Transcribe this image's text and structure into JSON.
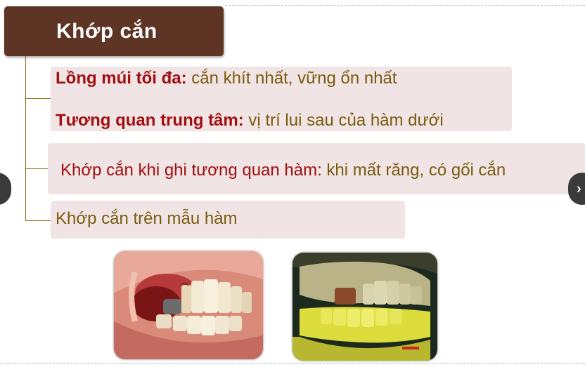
{
  "slide": {
    "title": "Khớp cắn",
    "items": [
      {
        "label": "Lồng múi tối đa:",
        "text": " cắn khít nhất, vững ổn nhất"
      },
      {
        "label": "Tương quan trung tâm:",
        "text": " vị trí lui sau của hàm dưới"
      },
      {
        "label": "Khớp cắn khi ghi tương quan hàm:",
        "text": " khi mất răng, có gối cắn"
      },
      {
        "text": "Khớp cắn trên mẫu hàm"
      }
    ]
  },
  "navigation": {
    "prev_icon": "chevron-left-icon",
    "next_icon": "chevron-right-icon",
    "next_glyph": "›"
  },
  "images": [
    {
      "name": "intraoral-teeth-photo"
    },
    {
      "name": "dental-cast-model-photo"
    }
  ],
  "colors": {
    "title_bg": "#5e3424",
    "label_red": "#a20e12",
    "text_olive": "#7a5a10",
    "box_bg": "#f0e5e4"
  }
}
